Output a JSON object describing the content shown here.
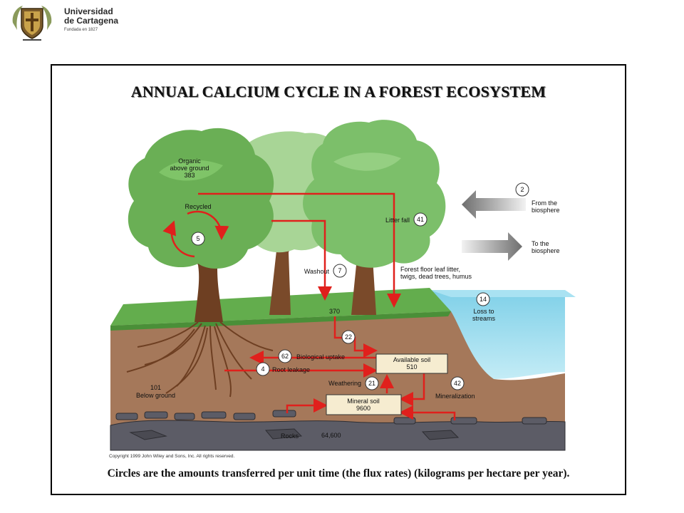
{
  "header": {
    "logo_icon": "university-crest-icon",
    "university_name_line1": "Universidad",
    "university_name_line2": "de Cartagena",
    "founded": "Fundada en 1827"
  },
  "diagram": {
    "title": "ANNUAL CALCIUM CYCLE IN A FOREST ECOSYSTEM",
    "caption": "Circles are the amounts transferred per unit time (the flux rates) (kilograms per hectare per year).",
    "copyright": "Copyright 1999 John Wiley and Sons, Inc. All rights reserved.",
    "arrow_color": "#e0201c",
    "pools": {
      "organic_above_line1": "Organic",
      "organic_above_line2": "above ground",
      "organic_above_value": "383",
      "below_ground_value": "101",
      "below_ground_label": "Below ground",
      "forest_floor_value": "370",
      "forest_floor_line1": "Forest floor leaf litter,",
      "forest_floor_line2": "twigs, dead trees, humus",
      "available_soil_label": "Available soil",
      "available_soil_value": "510",
      "mineral_soil_label": "Mineral soil",
      "mineral_soil_value": "9600",
      "rocks_label": "Rocks",
      "rocks_value": "64,600"
    },
    "fluxes": {
      "recycled_label": "Recycled",
      "recycled_value": "5",
      "litter_fall_label": "Litter fall",
      "litter_fall_value": "41",
      "washout_label": "Washout",
      "washout_value": "7",
      "biological_uptake_label": "Biological uptake",
      "biological_uptake_value": "62",
      "root_leakage_label": "Root leakage",
      "root_leakage_value": "4",
      "weathering_label": "Weathering",
      "weathering_value": "21",
      "transfer_value": "22",
      "mineralization_label": "Mineralization",
      "mineralization_value": "42",
      "loss_streams_line1": "Loss to",
      "loss_streams_line2": "streams",
      "loss_streams_value": "14",
      "from_biosphere_line1": "From the",
      "from_biosphere_line2": "biosphere",
      "from_biosphere_value": "2",
      "to_biosphere_line1": "To the",
      "to_biosphere_line2": "biosphere"
    }
  }
}
